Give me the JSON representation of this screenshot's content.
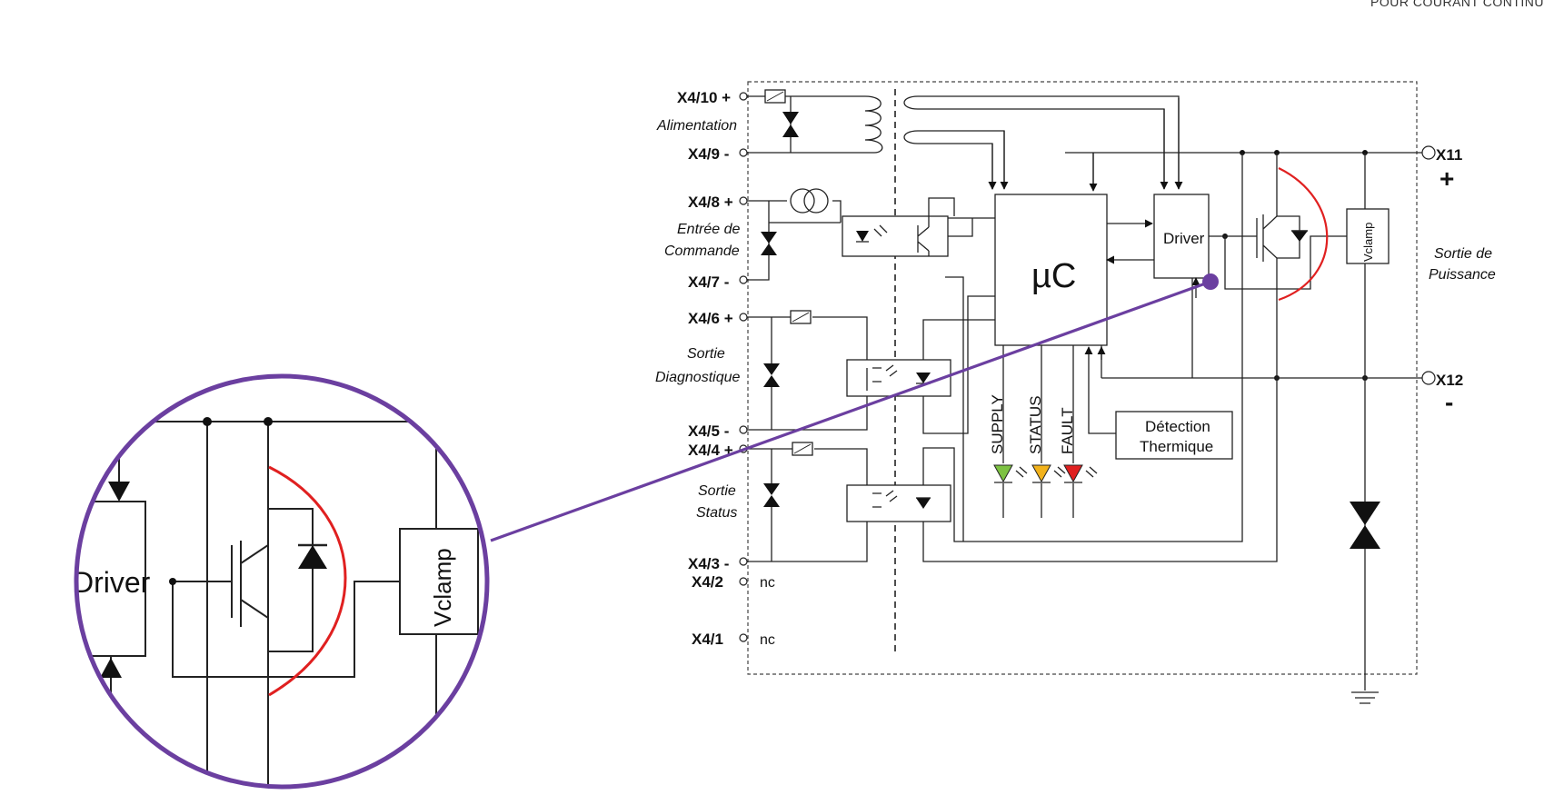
{
  "header": {
    "text": "POUR COURANT CONTINU"
  },
  "terminals": {
    "x4_10": "X4/10 +",
    "x4_9": "X4/9 -",
    "x4_8": "X4/8 +",
    "x4_7": "X4/7 -",
    "x4_6": "X4/6 +",
    "x4_5": "X4/5 -",
    "x4_4": "X4/4 +",
    "x4_3": "X4/3 -",
    "x4_2": "X4/2",
    "x4_1": "X4/1",
    "nc": "nc",
    "x11": "X11",
    "x12": "X12",
    "plus": "+",
    "minus": "-"
  },
  "labels": {
    "alimentation": "Alimentation",
    "entree_1": "Entrée de",
    "entree_2": "Commande",
    "diag_1": "Sortie",
    "diag_2": "Diagnostique",
    "status_1": "Sortie",
    "status_2": "Status",
    "puissance_1": "Sortie de",
    "puissance_2": "Puissance"
  },
  "blocks": {
    "mcu": "µC",
    "driver": "Driver",
    "vclamp": "Vclamp",
    "thermal_1": "Détection",
    "thermal_2": "Thermique"
  },
  "leds": {
    "supply": {
      "label": "SUPPLY",
      "color": "#7dc242"
    },
    "status": {
      "label": "STATUS",
      "color": "#f2b21b"
    },
    "fault": {
      "label": "FAULT",
      "color": "#e02020"
    }
  },
  "zoom": {
    "driver": "Driver",
    "vclamp": "Vclamp",
    "accent_color": "#6b3fa0",
    "curve_color": "#e02020"
  }
}
